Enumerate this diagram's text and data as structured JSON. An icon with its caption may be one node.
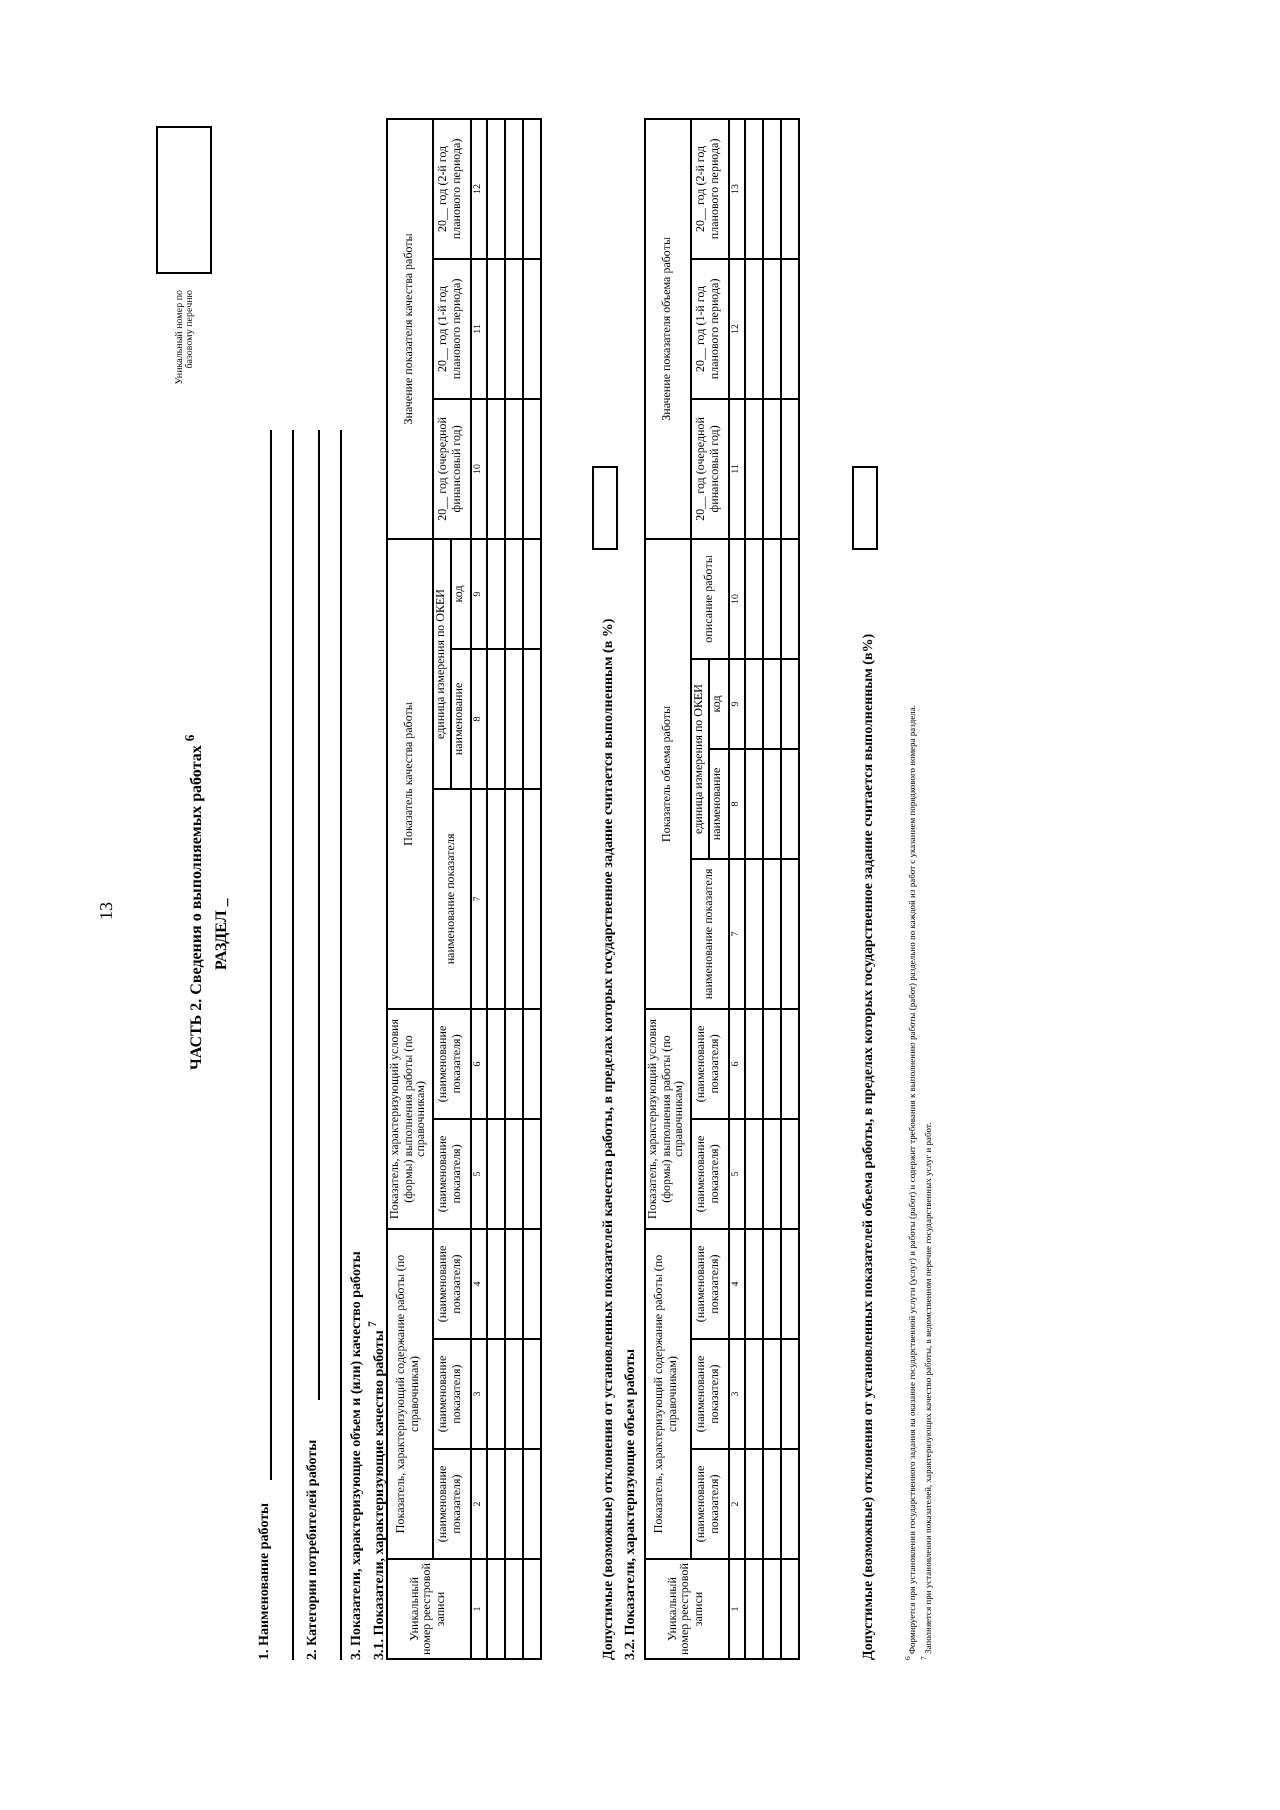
{
  "diagram": {
    "title": "ЧАСТЬ 2. Сведения о выполняемых работах $^{6}$",
    "labels": [
      "13",
      "РАЗДЕЛ _",
      "Уникальный номер по базовому перечню",
      "1. Наименование работы",
      "2. Категории потребителей работы",
      "3. Показатели, характеризующие объем и (или) качество работы",
      "3.1. Показатели, характеризующие качество работы $^{7}$",
      "Уникальный номер реестровой записи",
      "Показатель, характеризующий содержание работы (по справочникам)",
      "Показатель, характеризующий условия (формы) выполнения работы (по справочникам)",
      "Показатель качества работы",
      "Значение показателя качества работы",
      "(наименование показателя)",
      "(наименование показателя)",
      "(наименование показателя)",
      "(наименование показателя)",
      "(наименование показателя)",
      "наименование показателя",
      "единица измерения по ОКЕИ",
      "20__ год (очередной финансовый год)",
      "20__ год (1-й год планового периода)",
      "20__ год (2-й год планового периода)",
      "наименование",
      "код",
      "1",
      "2",
      "3",
      "4",
      "5",
      "6",
      "7",
      "8",
      "9",
      "10",
      "11",
      "12",
      "Допустимые (возможные) отклонения от установленных показателей качества работы, в пределах которых государственное задание считается выполненным (в %)",
      "3.2. Показатели, характеризующие объем работы",
      "Уникальный номер реестровой записи",
      "Показатель, характеризующий содержание работы (по справочникам)",
      "Показатель, характеризующий условия (формы) выполнения работы (по справочникам)",
      "Показатель объема работы",
      "Значение показателя объема работы",
      "(наименование показателя)",
      "(наименование показателя)",
      "(наименование показателя)",
      "(наименование показателя)",
      "(наименование показателя)",
      "наименование показателя",
      "единица измерения по ОКЕИ",
      "описание работы",
      "20__ год (очередной финансовый год)",
      "20__ год (1-й год планового периода)",
      "20__ год (2-й год планового периода)",
      "наименование",
      "код",
      "1",
      "2",
      "3",
      "4",
      "5",
      "6",
      "7",
      "8",
      "9",
      "10",
      "11",
      "12",
      "13",
      "Допустимые (возможные) отклонения от установленных показателей объема работы, в пределах которых государственное задание считается выполненным (в%)",
      "$^{6}$ Формируется при установлении государственного задания на оказание государственной услуги (услуг) и работы (работ) и содержит требования к выполнению работы (работ) раздельно по каждой из работ с указанием порядкового номера раздела.",
      "$^{7}$ Заполняется при установлении показателей, характеризующих качество работы, в ведомственном перечне государственных услуг и работ."
    ]
  }
}
